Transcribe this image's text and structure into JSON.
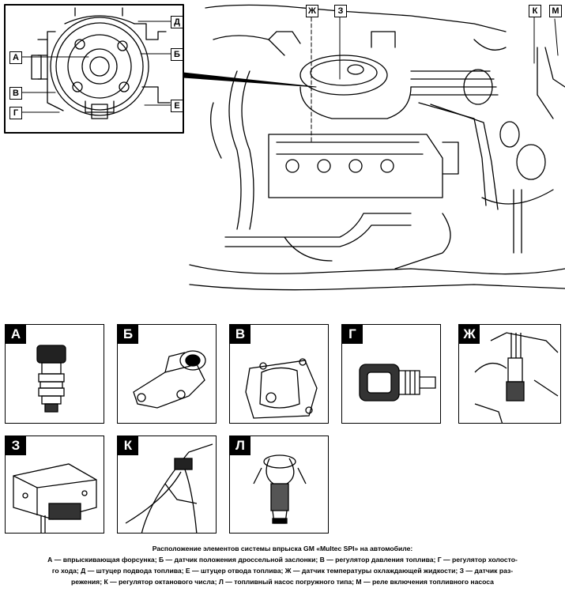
{
  "diagram": {
    "callouts": {
      "a": "А",
      "b": "Б",
      "v": "В",
      "g": "Г",
      "d": "Д",
      "e": "Е",
      "zh": "Ж",
      "z": "З",
      "k": "К",
      "m": "М"
    }
  },
  "panels": [
    {
      "id": "a",
      "letter": "А"
    },
    {
      "id": "b",
      "letter": "Б"
    },
    {
      "id": "v",
      "letter": "В"
    },
    {
      "id": "g",
      "letter": "Г"
    },
    {
      "id": "zh",
      "letter": "Ж"
    },
    {
      "id": "z",
      "letter": "З"
    },
    {
      "id": "k",
      "letter": "К"
    },
    {
      "id": "l",
      "letter": "Л"
    }
  ],
  "caption": {
    "title": "Расположение элементов системы впрыска GM «Multec SPI» на автомобиле:",
    "line1": "А — впрыскивающая форсунка; Б — датчик положения дроссельной заслонки; В — регулятор давления топлива; Г — регулятор холосто-",
    "line2": "го хода; Д — штуцер подвода топлива; Е — штуцер отвода топлива; Ж — датчик температуры охлаждающей жидкости; З — датчик раз-",
    "line3": "режения; К — регулятор октанового числа; Л — топливный насос погружного типа; М — реле включения топливного насоса"
  }
}
